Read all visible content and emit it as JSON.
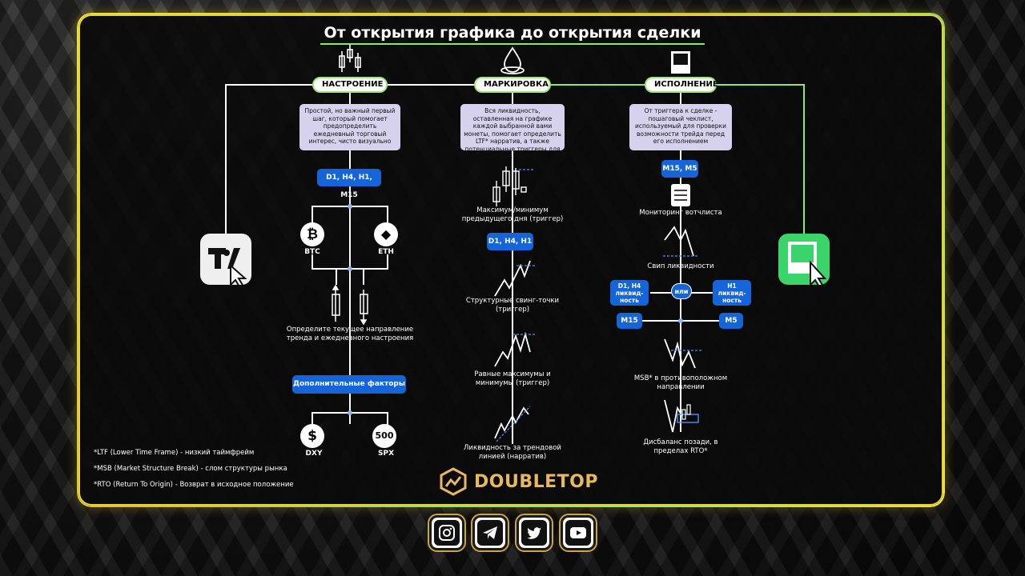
{
  "title": "От открытия графика до открытия сделки",
  "columns": {
    "mood": {
      "header": "НАСТРОЕНИЕ",
      "desc": "Простой, но важный первый шаг, который помогает предопределить ежедневный торговый интерес, чисто визуально",
      "timeframes": "D1, H4, H1, M15",
      "coin1": "BTC",
      "coin2": "ETH",
      "trend_label": "Определите текущее направление тренда и ежедневного настроения",
      "extra_factors": "Дополнительные факторы",
      "index1": "DXY",
      "index2": "SPX",
      "index2_symbol": "500"
    },
    "marking": {
      "header": "МАРКИРОВКА",
      "desc": "Вся ликвидность, оставленная на графике каждой выбранной вами монеты, помогает определить LTF* нарратив, а также потенциальные триггеры для входа в сделку",
      "step1": "Максимум/минимум предыдущего дня (триггер)",
      "timeframes": "D1, H4, H1",
      "step2": "Структурные свинг-точки (триггер)",
      "step3": "Равные максимумы и минимумы (триггер)",
      "step4": "Ликвидность за трендовой линией (нарратив)"
    },
    "execution": {
      "header": "ИСПОЛНЕНИЕ",
      "desc": "От триггера к сделке - пошаговый чеклист, используемый для проверки возможности трейда перед его исполнением",
      "timeframes": "M15, M5",
      "step1": "Мониторинг вотчлиста",
      "step2": "Свип ликвидности",
      "left_box": "D1, H4 ликвид-ность",
      "or": "или",
      "right_box": "H1 ликвид-ность",
      "tf_left": "M15",
      "tf_right": "M5",
      "step3": "MSB* в противоположном направлении",
      "step4": "Дисбаланс позади, в пределах RTO*"
    }
  },
  "footnotes": [
    "*LTF (Lower Time Frame) - низкий таймфрейм",
    "*MSB (Market Structure Break) - слом структуры рынка",
    "*RTO (Return To Origin) - Возврат в исходное положение"
  ],
  "brand": "DOUBLETOP",
  "social": [
    "instagram-icon",
    "telegram-icon",
    "twitter-icon",
    "youtube-icon"
  ],
  "colors": {
    "accent_yellow": "#e6d13a",
    "accent_green": "#8fe86a",
    "box_blue": "#1565d8",
    "desc_lavender": "#d6d2ee",
    "brand_gold": "#e8b860"
  }
}
